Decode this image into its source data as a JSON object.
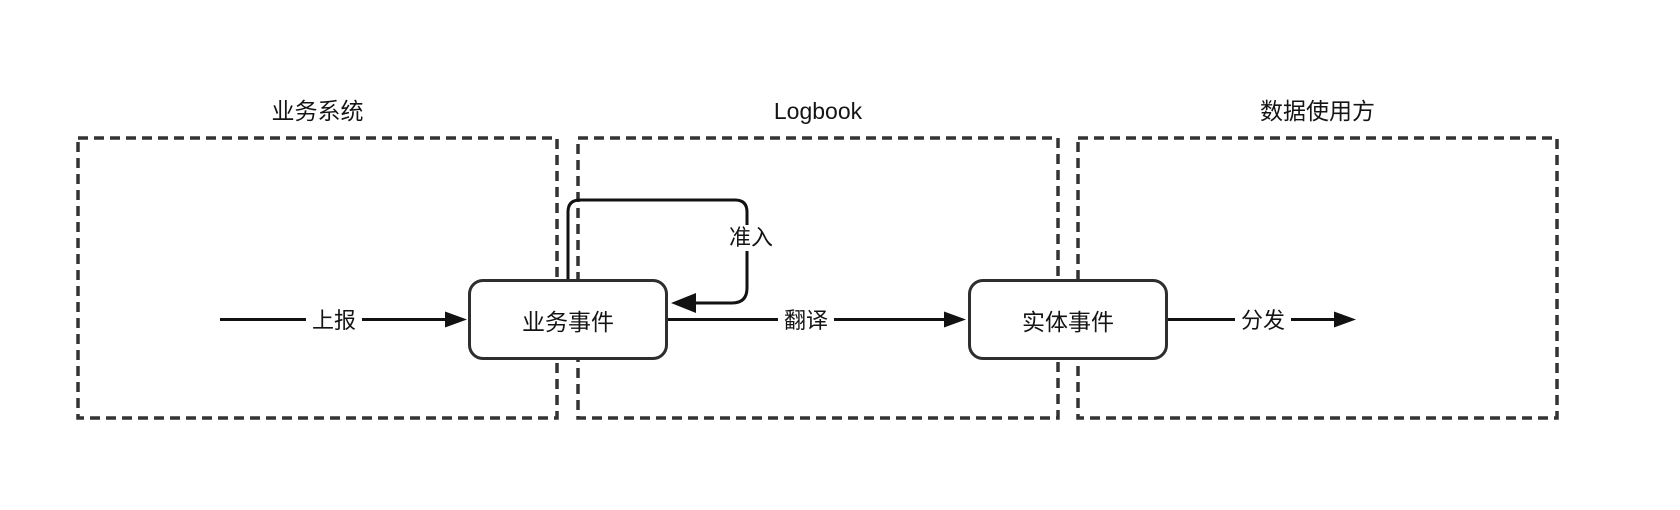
{
  "containers": [
    {
      "id": "business-system",
      "label": "业务系统"
    },
    {
      "id": "logbook",
      "label": "Logbook"
    },
    {
      "id": "data-consumer",
      "label": "数据使用方"
    }
  ],
  "nodes": [
    {
      "id": "business-event",
      "label": "业务事件"
    },
    {
      "id": "entity-event",
      "label": "实体事件"
    }
  ],
  "edges": [
    {
      "id": "report",
      "label": "上报",
      "from": "external-source",
      "to": "business-event"
    },
    {
      "id": "admission",
      "label": "准入",
      "from": "business-event",
      "to": "business-event"
    },
    {
      "id": "translate",
      "label": "翻译",
      "from": "business-event",
      "to": "entity-event"
    },
    {
      "id": "dispatch",
      "label": "分发",
      "from": "entity-event",
      "to": "external-sink"
    }
  ],
  "colors": {
    "background": "#ffffff",
    "container_border": "#333333",
    "node_border": "#2e2e2e",
    "node_fill": "#ffffff",
    "arrow": "#121212",
    "text": "#141414"
  }
}
